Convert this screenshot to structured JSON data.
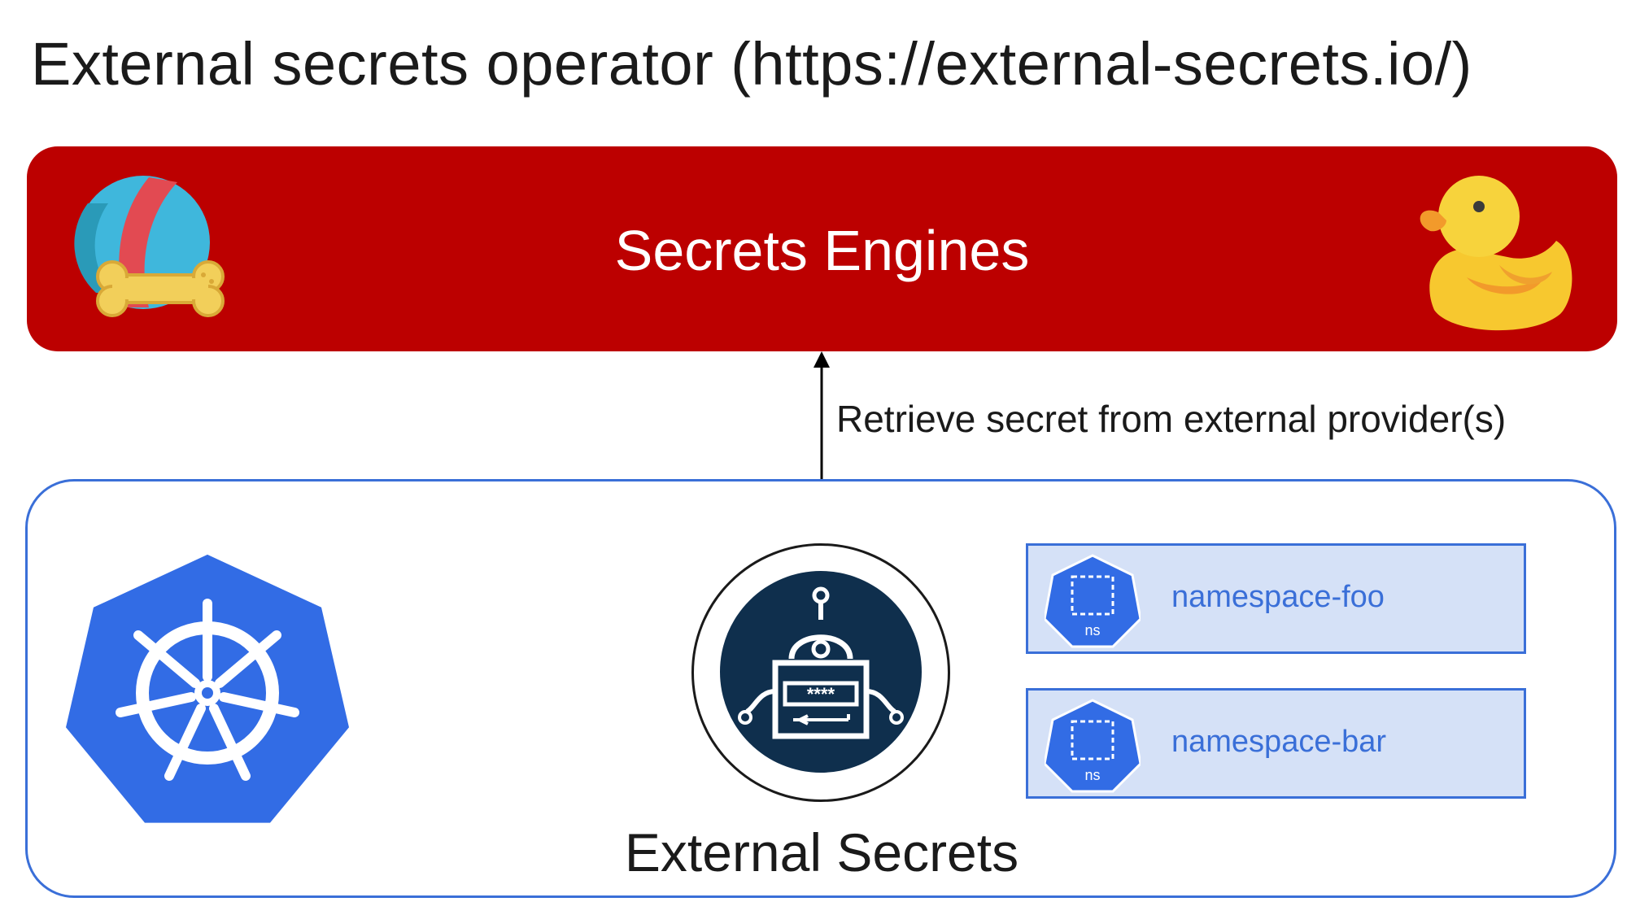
{
  "title": "External secrets operator (https://external-secrets.io/)",
  "secrets_engines": {
    "label": "Secrets Engines",
    "left_icon": "ball-and-bone-icon",
    "right_icon": "rubber-duck-icon",
    "color": "#bc0000"
  },
  "arrow": {
    "label": "Retrieve secret from external provider(s)"
  },
  "cluster": {
    "logo_icon": "kubernetes-icon",
    "border_color": "#3a6fd8",
    "operator": {
      "icon": "robot-password-icon",
      "icon_text": "****",
      "label": "External Secrets"
    },
    "namespaces": [
      {
        "label": "namespace-foo",
        "icon": "namespace-icon",
        "icon_text": "ns"
      },
      {
        "label": "namespace-bar",
        "icon": "namespace-icon",
        "icon_text": "ns"
      }
    ]
  }
}
